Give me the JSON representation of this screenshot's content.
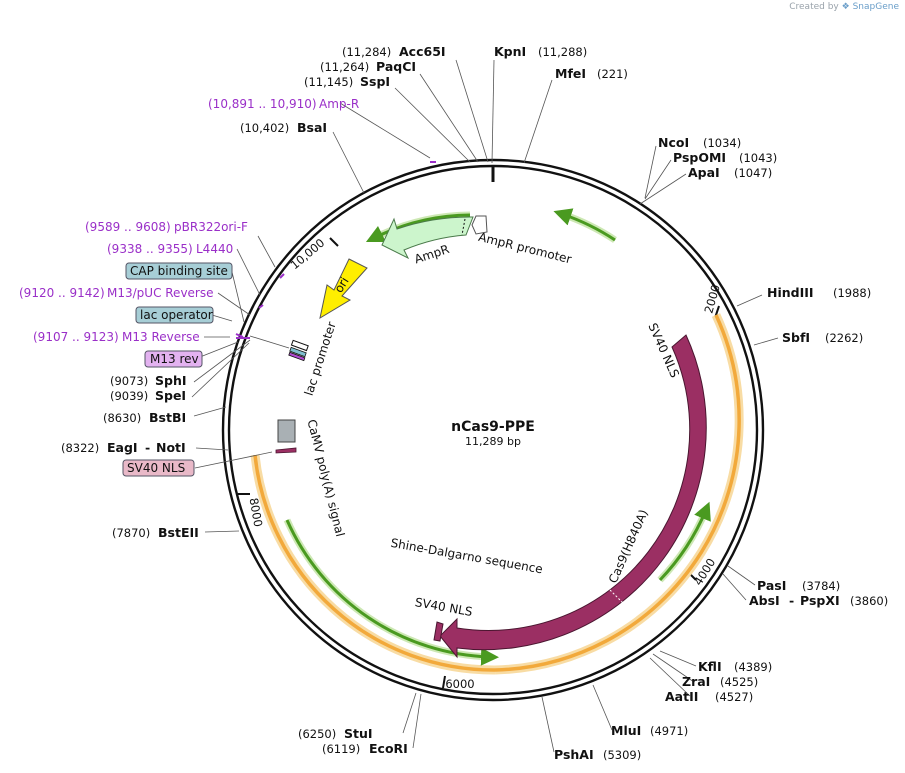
{
  "credit": {
    "prefix": "Created by",
    "brand": "SnapGene"
  },
  "plasmid": {
    "name": "nCas9-PPE",
    "size": "11,289 bp"
  },
  "ticks": [
    "2000",
    "4000",
    "6000",
    "8000",
    "10,000"
  ],
  "enzymes": {
    "acc65i": {
      "name": "Acc65I",
      "pos": "(11,284)"
    },
    "kpni": {
      "name": "KpnI",
      "pos": "(11,288)"
    },
    "paqci": {
      "name": "PaqCI",
      "pos": "(11,264)"
    },
    "mfei": {
      "name": "MfeI",
      "pos": "(221)"
    },
    "sspi": {
      "name": "SspI",
      "pos": "(11,145)"
    },
    "bsai": {
      "name": "BsaI",
      "pos": "(10,402)"
    },
    "ncoi": {
      "name": "NcoI",
      "pos": "(1034)"
    },
    "pspomi": {
      "name": "PspOMI",
      "pos": "(1043)"
    },
    "apai": {
      "name": "ApaI",
      "pos": "(1047)"
    },
    "hindiii": {
      "name": "HindIII",
      "pos": "(1988)"
    },
    "sbfi": {
      "name": "SbfI",
      "pos": "(2262)"
    },
    "pasi": {
      "name": "PasI",
      "pos": "(3784)"
    },
    "absi": {
      "name": "AbsI",
      "sep": "-",
      "name2": "PspXI",
      "pos": "(3860)"
    },
    "kfli": {
      "name": "KflI",
      "pos": "(4389)"
    },
    "zrai": {
      "name": "ZraI",
      "pos": "(4525)"
    },
    "aatii": {
      "name": "AatII",
      "pos": "(4527)"
    },
    "mlui": {
      "name": "MluI",
      "pos": "(4971)"
    },
    "pshai": {
      "name": "PshAI",
      "pos": "(5309)"
    },
    "stui": {
      "name": "StuI",
      "pos": "(6250)"
    },
    "ecori": {
      "name": "EcoRI",
      "pos": "(6119)"
    },
    "bsteii": {
      "name": "BstEII",
      "pos": "(7870)"
    },
    "eagi": {
      "name": "EagI",
      "sep": "-",
      "name2": "NotI",
      "pos": "(8322)"
    },
    "bstbi": {
      "name": "BstBI",
      "pos": "(8630)"
    },
    "spei": {
      "name": "SpeI",
      "pos": "(9039)"
    },
    "sphi": {
      "name": "SphI",
      "pos": "(9073)"
    }
  },
  "primers": {
    "ampr": {
      "range": "(10,891 .. 10,910)",
      "name": "Amp-R"
    },
    "pbr322": {
      "range": "(9589 .. 9608)",
      "name": "pBR322ori-F"
    },
    "l4440": {
      "range": "(9338 .. 9355)",
      "name": "L4440"
    },
    "m13puc": {
      "range": "(9120 .. 9142)",
      "name": "M13/pUC Reverse"
    },
    "m13rev": {
      "range": "(9107 .. 9123)",
      "name": "M13 Reverse"
    }
  },
  "boxes": {
    "cap": "CAP binding site",
    "lacop": "lac operator",
    "m13rev": "M13 rev",
    "sv40": "SV40 NLS"
  },
  "features": {
    "sv40_nls_top": "SV40 NLS",
    "cas9": "Cas9(H840A)",
    "shine": "Shine-Dalgarno sequence",
    "sv40_nls_bottom": "SV40 NLS",
    "camv": "CaMV poly(A) signal",
    "lac_promoter": "lac promoter",
    "ori": "ori",
    "ampr": "AmpR",
    "ampr_promoter": "AmpR promoter"
  },
  "colors": {
    "cas9": "#9b2f63",
    "orange_bar": "#f2a93b",
    "green_arrow": "#4a9a20",
    "ampr": "#ccf5cc",
    "ori": "#ffee00",
    "primer": "#9a2fc8",
    "box_blue": "#a7ced6",
    "box_purple": "#e3b2f0",
    "box_pink": "#e9b9c8"
  }
}
